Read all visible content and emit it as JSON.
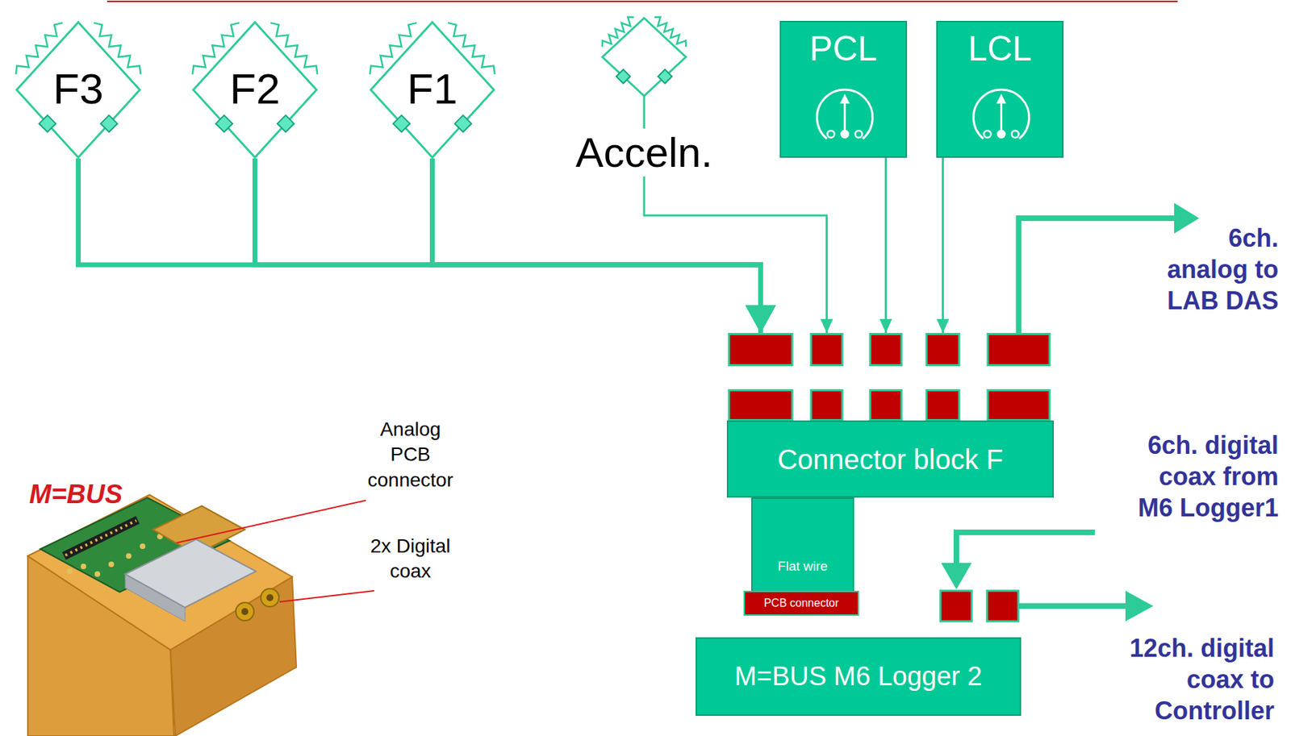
{
  "diagram": {
    "nodes": [
      {
        "text": [
          "F3"
        ]
      },
      {
        "text": [
          "F2"
        ]
      },
      {
        "text": [
          "F1"
        ]
      },
      {
        "text": [
          "Acceln."
        ]
      },
      {
        "text": [
          "PCL"
        ]
      },
      {
        "text": [
          "LCL"
        ]
      },
      {
        "text": [
          "Connector block F"
        ]
      },
      {
        "text": [
          "Flat wire"
        ]
      },
      {
        "text": [
          "PCB connector"
        ]
      },
      {
        "text": [
          "M=BUS M6 Logger 2"
        ]
      }
    ],
    "edges": [
      {
        "from": 0,
        "to": 6,
        "arrow": "to"
      },
      {
        "from": 1,
        "to": 6,
        "arrow": "to"
      },
      {
        "from": 2,
        "to": 6,
        "arrow": "to"
      },
      {
        "from": 3,
        "to": 6,
        "arrow": "to"
      },
      {
        "from": 4,
        "to": 6,
        "arrow": "to"
      },
      {
        "from": 5,
        "to": 6,
        "arrow": "to"
      }
    ],
    "labels": [
      "M=BUS",
      "Analog PCB connector",
      "2x Digital coax",
      "6ch. analog to LAB DAS",
      "6ch. digital coax from M6 Logger1",
      "12ch. digital coax to Controller"
    ]
  }
}
